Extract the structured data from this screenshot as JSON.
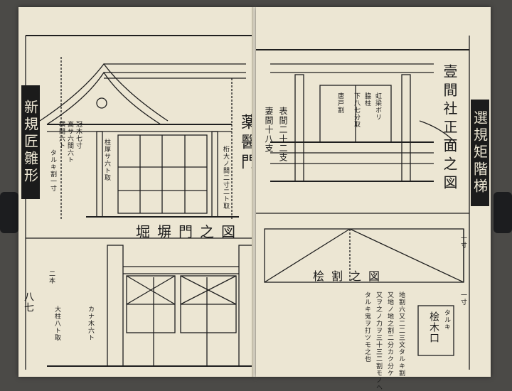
{
  "left_page": {
    "spine_title": "新規匠雛形",
    "page_number": "八七",
    "section_title": "堀塀門之図",
    "gate_caption": "薬醫門",
    "notes": [
      "桁大ノ間二寸二ト取",
      "柱厚サ六ト取",
      "大柱八ト取",
      "カナ木六ト"
    ],
    "side_label": "二本",
    "left_notes": [
      "高サ六間六ト",
      "冠木七寸",
      "横間六ト",
      "タルキ割一寸"
    ]
  },
  "right_page": {
    "spine_title": "選規矩階梯",
    "section_title": "壹間社正面之図",
    "lower_title": "桧割之図",
    "box_label": "桧木口",
    "box_sublabel": "タルキ",
    "box_note": "一寸",
    "spans": [
      "表間二十二支",
      "妻間十八支"
    ],
    "notes": [
      "虹梁ボリ",
      "脇柱",
      "下八七分取",
      "唐戸割"
    ],
    "instructions": [
      "地割六又二二三文タルキ割",
      "又地ノ地之割二分カク分ケ",
      "又ヲ之ノ力ヲ三十三二割モノヘ",
      "タルキ鬼ヲ打ツモ之也"
    ],
    "right_note": "一寸"
  }
}
